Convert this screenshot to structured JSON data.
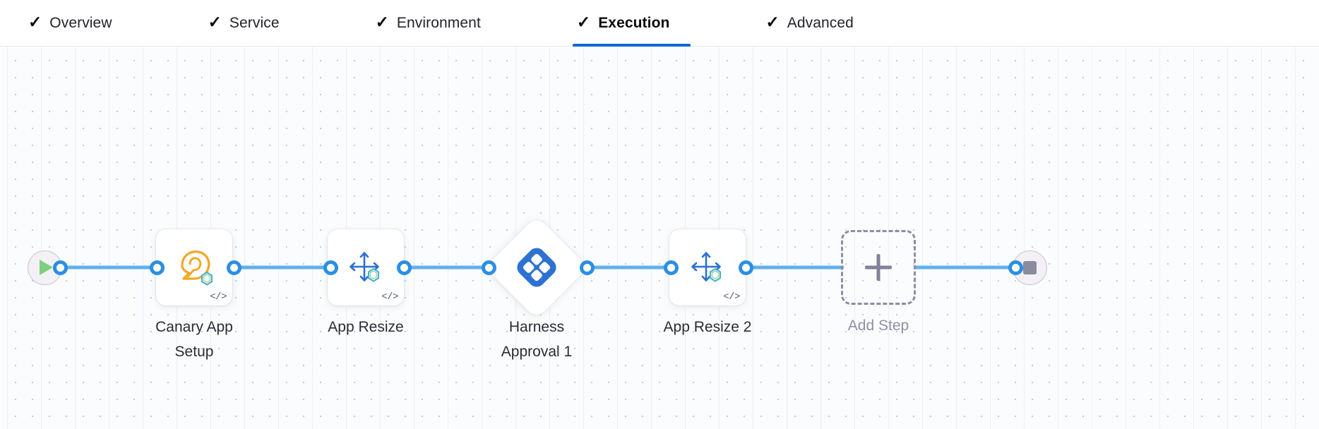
{
  "tabs": [
    {
      "label": "Overview",
      "icon": "check-icon",
      "complete": true,
      "active": false
    },
    {
      "label": "Service",
      "icon": "check-icon",
      "complete": true,
      "active": false
    },
    {
      "label": "Environment",
      "icon": "check-icon",
      "complete": true,
      "active": false
    },
    {
      "label": "Execution",
      "icon": "check-icon",
      "complete": true,
      "active": true
    },
    {
      "label": "Advanced",
      "icon": "check-icon",
      "complete": true,
      "active": false
    }
  ],
  "tab_check_glyph": "✓",
  "colors": {
    "active_tab_underline": "#0a69d6",
    "connector": "#5fb1ef",
    "connector_dot": "#2c8ee3",
    "harness_logo": "#2d72d2",
    "tas_logo": "#f5a623",
    "start_play": "#7ed07e",
    "stop_square": "#8b8b9e",
    "add_step_dash": "#8e8da4",
    "canvas_bg": "#fbfcfd"
  },
  "flow": {
    "start_node": {
      "name": "start-node",
      "icon": "play-icon"
    },
    "end_node": {
      "name": "end-node",
      "icon": "stop-icon"
    },
    "steps": [
      {
        "id": "canary-app-setup",
        "label": "Canary App\nSetup",
        "icon": "tas-bird-icon",
        "code_badge": "</>",
        "shape": "card",
        "muted": false
      },
      {
        "id": "app-resize",
        "label": "App Resize",
        "icon": "resize-arrows-icon",
        "code_badge": "</>",
        "shape": "card",
        "muted": false
      },
      {
        "id": "harness-approval-1",
        "label": "Harness\nApproval 1",
        "icon": "harness-logo-icon",
        "code_badge": "",
        "shape": "diamond",
        "muted": false
      },
      {
        "id": "app-resize-2",
        "label": "App Resize 2",
        "icon": "resize-arrows-icon",
        "code_badge": "</>",
        "shape": "card",
        "muted": false
      },
      {
        "id": "add-step",
        "label": "Add Step",
        "icon": "plus-icon",
        "code_badge": "",
        "shape": "dashed",
        "muted": true
      }
    ]
  }
}
